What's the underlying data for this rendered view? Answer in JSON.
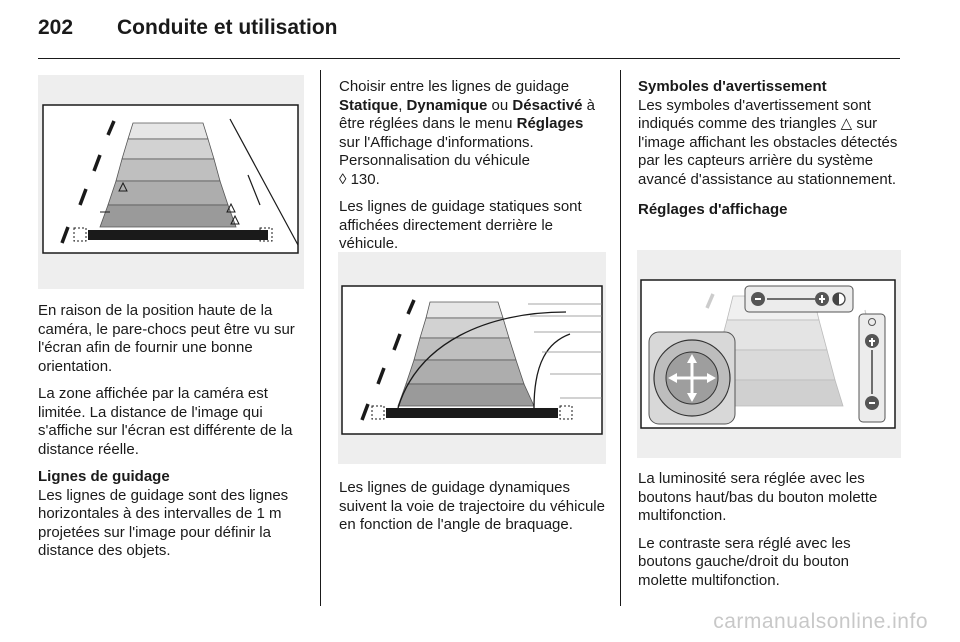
{
  "header": {
    "page_number": "202",
    "title": "Conduite et utilisation"
  },
  "col1": {
    "p1": "En raison de la position haute de la caméra, le pare-chocs peut être vu sur l'écran afin de fournir une bonne orientation.",
    "p2": "La zone affichée par la caméra est limitée. La distance de l'image qui s'affiche sur l'écran est différente de la distance réelle.",
    "heading": "Lignes de guidage",
    "p3": "Les lignes de guidage sont des lignes horizontales à des intervalles de 1 m projetées sur l'image pour définir la distance des objets."
  },
  "col2": {
    "p1_prefix": "Choisir entre les lignes de guidage ",
    "opt_static": "Statique",
    "sep1": ", ",
    "opt_dynamic": "Dynamique",
    "sep2": " ou ",
    "opt_off": "Désactivé",
    "p1_mid": " à être réglées dans le menu ",
    "menu_settings": "Réglages",
    "p1_suffix": " sur l'Affichage d'informations. Personnalisation du véhicule",
    "ref_arrow": "◊",
    "ref_page": "130.",
    "p2": "Les lignes de guidage statiques sont affichées directement derrière le véhicule.",
    "p3": "Les lignes de guidage dynamiques suivent la voie de trajectoire du véhicule en fonction de l'angle de braquage."
  },
  "col3": {
    "heading1": "Symboles d'avertissement",
    "p1_prefix": "Les symboles d'avertissement sont indiqués comme des triangles ",
    "triangle": "△",
    "p1_suffix": " sur l'image affichant les obstacles détectés par les capteurs arrière du système avancé d'assistance au stationnement.",
    "heading2": "Réglages d'affichage",
    "p2": "La luminosité sera réglée avec les boutons haut/bas du bouton molette multifonction.",
    "p3": "Le contraste sera réglé avec les boutons gauche/droit du bouton molette multifonction."
  },
  "footer": {
    "watermark": "carmanualsonline.info"
  }
}
